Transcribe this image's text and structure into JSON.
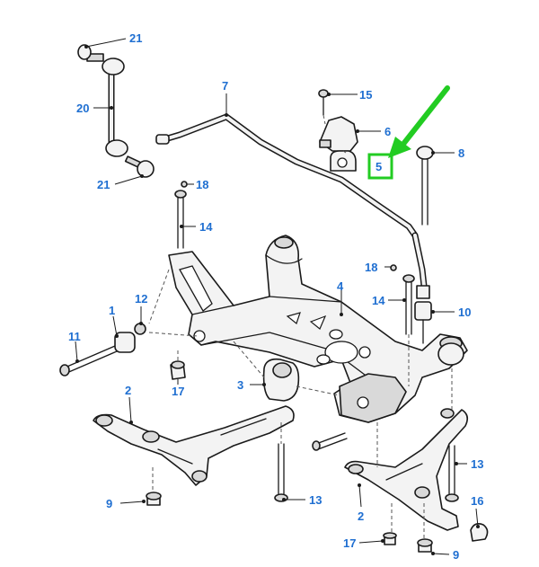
{
  "callouts": {
    "c21a": "21",
    "c20": "20",
    "c21b": "21",
    "c7": "7",
    "c15": "15",
    "c6": "6",
    "c5": "5",
    "c8": "8",
    "c18a": "18",
    "c14a": "14",
    "c18b": "18",
    "c4": "4",
    "c14b": "14",
    "c12": "12",
    "c1": "1",
    "c10": "10",
    "c11": "11",
    "c17a": "17",
    "c3": "3",
    "c2a": "2",
    "c13a": "13",
    "c9a": "9",
    "c13b": "13",
    "c16": "16",
    "c2b": "2",
    "c17b": "17",
    "c9b": "9"
  },
  "colors": {
    "callout": "#1f6fd1",
    "highlight": "#22cc22",
    "line": "#1a1a1a"
  },
  "highlight": {
    "target": "5",
    "arrow": "green-arrow"
  }
}
